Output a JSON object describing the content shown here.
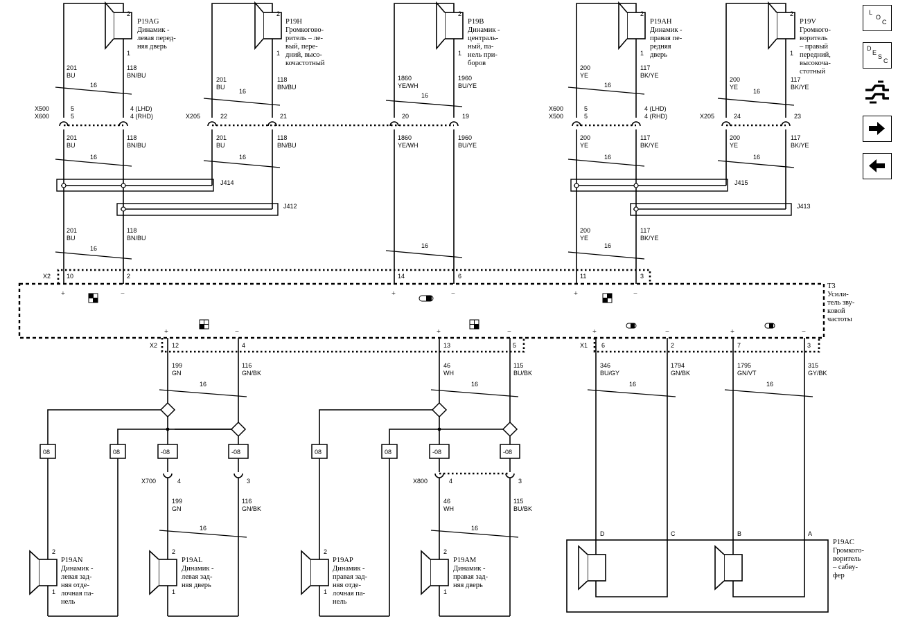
{
  "components": {
    "p19ag": {
      "id": "P19AG",
      "lines": [
        "Динамик -",
        "левая перед-",
        "няя дверь"
      ]
    },
    "p19h": {
      "id": "P19H",
      "lines": [
        "Громкогово-",
        "ритель – ле-",
        "вый, пере-",
        "дний, высо-",
        "кочастотный"
      ]
    },
    "p19b": {
      "id": "P19B",
      "lines": [
        "Динамик -",
        "централь-",
        "ный, па-",
        "нель при-",
        "боров"
      ]
    },
    "p19ah": {
      "id": "P19AH",
      "lines": [
        "Динамик -",
        "правая пе-",
        "редняя",
        "дверь"
      ]
    },
    "p19v": {
      "id": "P19V",
      "lines": [
        "Громкого-",
        "воритель",
        "– правый",
        "передний,",
        "высокоча-",
        "стотный"
      ]
    },
    "t3": {
      "id": "T3",
      "lines": [
        "Усили-",
        "тель зву-",
        "ковой",
        "частоты"
      ]
    },
    "p19an": {
      "id": "P19AN",
      "lines": [
        "Динамик -",
        "левая зад-",
        "няя отде-",
        "лочная па-",
        "нель"
      ]
    },
    "p19al": {
      "id": "P19AL",
      "lines": [
        "Динамик -",
        "левая зад-",
        "няя дверь"
      ]
    },
    "p19ap": {
      "id": "P19AP",
      "lines": [
        "Динамик -",
        "правая зад-",
        "няя отде-",
        "лочная па-",
        "нель"
      ]
    },
    "p19am": {
      "id": "P19AM",
      "lines": [
        "Динамик -",
        "правая зад-",
        "няя дверь"
      ]
    },
    "p19ac": {
      "id": "P19AC",
      "lines": [
        "Громкого-",
        "воритель",
        "– сабву-",
        "фер"
      ]
    }
  },
  "pins": {
    "pin1": "1",
    "pin2": "2",
    "pa": "A",
    "pb": "B",
    "pc": "C",
    "pd": "D"
  },
  "wires": {
    "w201": "201",
    "w118": "118",
    "wBU": "BU",
    "wBNBU": "BN/BU",
    "w1860": "1860",
    "w1960": "1960",
    "wYEWH": "YE/WH",
    "wBUYE": "BU/YE",
    "w200": "200",
    "w117": "117",
    "wYE": "YE",
    "wBKYE": "BK/YE",
    "w199": "199",
    "w116": "116",
    "wGN": "GN",
    "wGNBK": "GN/BK",
    "w46": "46",
    "w115": "115",
    "wWH": "WH",
    "wBUBK": "BU/BK",
    "w346": "346",
    "w1794": "1794",
    "w1795": "1795",
    "w315": "315",
    "wBUGY": "BU/GY",
    "wGNVT": "GN/VT",
    "wGYBK": "GY/BK",
    "g16": "16"
  },
  "connectors": {
    "x500x600": [
      "X500",
      "X600"
    ],
    "x600x500": [
      "X600",
      "X500"
    ],
    "x205": "X205",
    "lhd": "4 (LHD)",
    "rhd": "4 (RHD)",
    "c5": "5",
    "c22": "22",
    "c21": "21",
    "c20": "20",
    "c19": "19",
    "c24": "24",
    "c23": "23",
    "x2": "X2",
    "x1": "X1",
    "x700": "X700",
    "x800": "X800",
    "c10": "10",
    "c2": "2",
    "c14": "14",
    "c6": "6",
    "c11": "11",
    "c3": "3",
    "c12": "12",
    "c4": "4",
    "c13": "13",
    "c7": "7"
  },
  "splices": {
    "j414": "J414",
    "j412": "J412",
    "j415": "J415",
    "j413": "J413"
  },
  "polarity": {
    "plus": "+",
    "minus": "−"
  },
  "filters": {
    "f08": "08",
    "fm08": "-08"
  },
  "nav_buttons": {
    "loc": [
      "L",
      "O",
      "C"
    ],
    "desc": [
      "D",
      "E",
      "S",
      "C"
    ]
  }
}
